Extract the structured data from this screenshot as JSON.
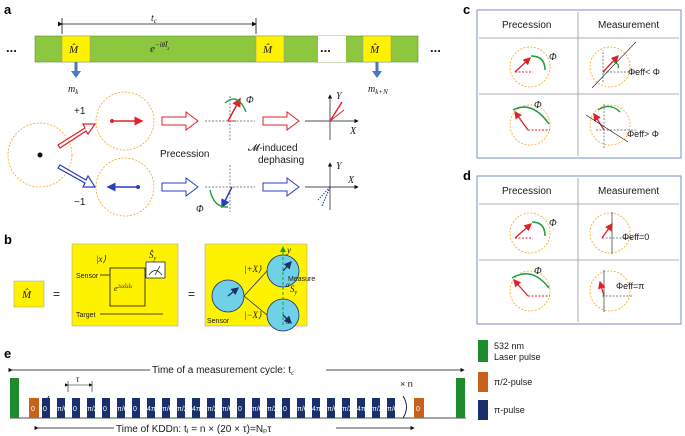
{
  "panels": {
    "a": {
      "label": "a",
      "tc_label": "t",
      "tc_sub": "c",
      "measure_symbol": "M̂",
      "evolution_label": "e",
      "evolution_exp": "−iθĪ",
      "evolution_exp_sub": "z",
      "ellipsis": "...",
      "m_k": "m",
      "m_k_sub": "k",
      "m_kN": "m",
      "m_kN_sub": "k+N",
      "plus_one": "+1",
      "minus_one": "−1",
      "precession": "Precession",
      "dephasing_line1": "𝓜-induced",
      "dephasing_line2": "dephasing",
      "phi": "Φ",
      "x_axis": "X",
      "y_axis": "Y"
    },
    "b": {
      "label": "b",
      "measure_symbol": "M̂",
      "equals": "=",
      "ket_x": "|x⟩",
      "sy_hat": "Ŝ",
      "sy_sub": "y",
      "sensor": "Sensor",
      "target": "Target",
      "gate": "e",
      "gate_exp": "2iαŜzÎx",
      "ket_plus_x": "|+X⟩",
      "ket_minus_x": "|−X⟩",
      "y_axis": "y",
      "measure": "Measure",
      "measure_s": "S",
      "measure_s_sub": "y",
      "sensor2": "Sensor",
      "alpha": "α"
    },
    "c": {
      "label": "c",
      "col1": "Precession",
      "col2": "Measurement",
      "phi": "Φ",
      "cond_less": "Φeff< Φ",
      "cond_greater": "Φeff> Φ"
    },
    "d": {
      "label": "d",
      "col1": "Precession",
      "col2": "Measurement",
      "phi": "Φ",
      "cond_zero": "Φeff=0",
      "cond_pi": "Φeff=π"
    },
    "e": {
      "label": "e",
      "cycle_text": "Time of a measurement cycle: t",
      "cycle_sub": "c",
      "tau": "τ",
      "times_n": "× n",
      "kdd_text": "Time of KDDn: tⱼ = n × (20 × τ)=Nₚτ",
      "legend": [
        {
          "label": "532 nm",
          "label2": "Laser pulse",
          "color": "#1e8c2e"
        },
        {
          "label": "π/2-pulse",
          "label2": "",
          "color": "#c8621a"
        },
        {
          "label": "π-pulse",
          "label2": "",
          "color": "#1a2f6b"
        }
      ],
      "pulse_labels": [
        "0",
        "π/6",
        "0",
        "π/2",
        "0",
        "π/6",
        "0",
        "4π/6",
        "π/6",
        "π/2",
        "4π/6",
        "π/2",
        "π/6",
        "0",
        "π/6",
        "π/2",
        "0",
        "π/6",
        "4π/6",
        "π/6",
        "π/2",
        "4π/6",
        "π/2",
        "π/6"
      ]
    }
  },
  "colors": {
    "green_bar": "#8dc63f",
    "yellow_box": "#fff200",
    "red": "#e0202a",
    "blue": "#2a3fbf",
    "orange_circle": "#f5a623",
    "navy": "#1a2f6b",
    "cyan": "#6fd0e8",
    "panel_border": "#7b8fc7"
  }
}
